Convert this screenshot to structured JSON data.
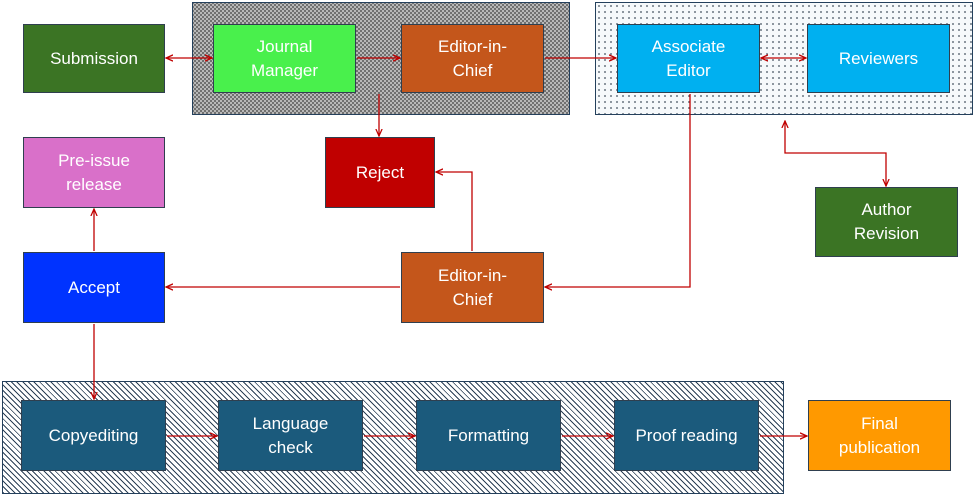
{
  "diagram": {
    "nodes": {
      "submission": "Submission",
      "journal_manager": "Journal\nManager",
      "editor_in_chief_top": "Editor-in-\nChief",
      "associate_editor": "Associate\nEditor",
      "reviewers": "Reviewers",
      "pre_issue_release": "Pre-issue\nrelease",
      "reject": "Reject",
      "author_revision": "Author\nRevision",
      "accept": "Accept",
      "editor_in_chief_mid": "Editor-in-\nChief",
      "copyediting": "Copyediting",
      "language_check": "Language\ncheck",
      "formatting": "Formatting",
      "proof_reading": "Proof reading",
      "final_publication": "Final\npublication"
    },
    "colors": {
      "arrow": "#c00000",
      "green": "#3b7424",
      "light_green": "#49f04c",
      "orange_brown": "#c4561b",
      "cyan": "#00b0f0",
      "pink": "#d970c9",
      "red": "#c00000",
      "blue": "#0033ff",
      "teal": "#1b5a7c",
      "orange": "#ff9900"
    },
    "edges": [
      {
        "from": "submission",
        "to": "journal_manager",
        "bidirectional": true
      },
      {
        "from": "journal_manager",
        "to": "editor_in_chief_top"
      },
      {
        "from": "editor_in_chief_top",
        "to": "associate_editor"
      },
      {
        "from": "associate_editor",
        "to": "reviewers",
        "bidirectional": true
      },
      {
        "from": "editor_in_chief_top",
        "to": "reject"
      },
      {
        "from": "reviewers",
        "to": "author_revision",
        "bidirectional": true
      },
      {
        "from": "associate_editor",
        "to": "editor_in_chief_mid"
      },
      {
        "from": "editor_in_chief_mid",
        "to": "reject"
      },
      {
        "from": "editor_in_chief_mid",
        "to": "accept"
      },
      {
        "from": "accept",
        "to": "pre_issue_release"
      },
      {
        "from": "accept",
        "to": "copyediting"
      },
      {
        "from": "copyediting",
        "to": "language_check"
      },
      {
        "from": "language_check",
        "to": "formatting"
      },
      {
        "from": "formatting",
        "to": "proof_reading"
      },
      {
        "from": "proof_reading",
        "to": "final_publication"
      }
    ]
  }
}
